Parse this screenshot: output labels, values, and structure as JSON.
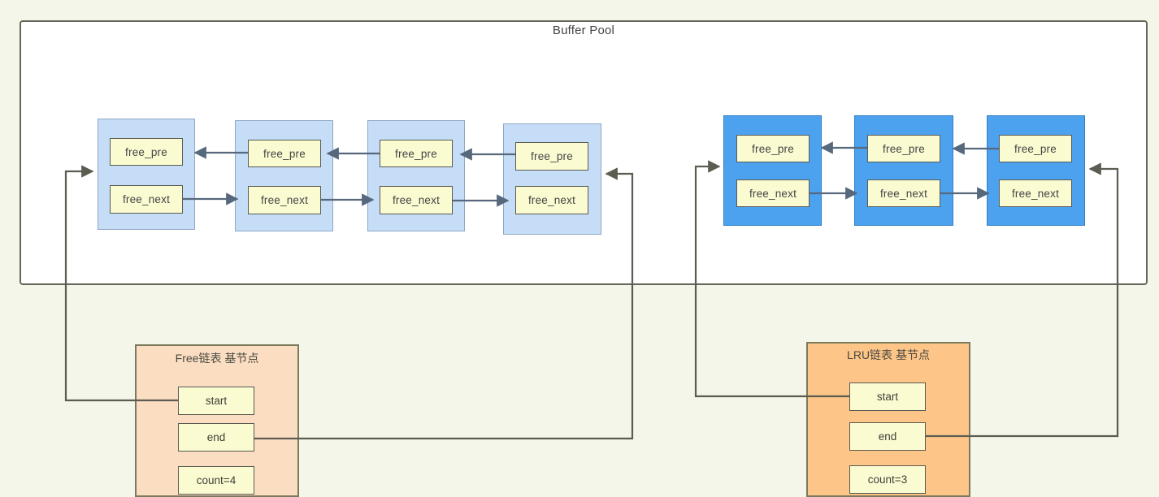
{
  "diagram": {
    "title": "Buffer Pool"
  },
  "free_list": {
    "node_fill": "#c5ddf7",
    "nodes": [
      {
        "pre": "free_pre",
        "next": "free_next"
      },
      {
        "pre": "free_pre",
        "next": "free_next"
      },
      {
        "pre": "free_pre",
        "next": "free_next"
      },
      {
        "pre": "free_pre",
        "next": "free_next"
      }
    ],
    "base": {
      "title": "Free链表 基节点",
      "fill": "#fbddc2",
      "fields": [
        {
          "label": "start"
        },
        {
          "label": "end"
        },
        {
          "label": "count=4"
        }
      ]
    }
  },
  "lru_list": {
    "node_fill": "#4da2f0",
    "nodes": [
      {
        "pre": "free_pre",
        "next": "free_next"
      },
      {
        "pre": "free_pre",
        "next": "free_next"
      },
      {
        "pre": "free_pre",
        "next": "free_next"
      }
    ],
    "base": {
      "title": "LRU链表 基节点",
      "fill": "#fdc588",
      "fields": [
        {
          "label": "start"
        },
        {
          "label": "end"
        },
        {
          "label": "count=3"
        }
      ]
    }
  },
  "colors": {
    "page_background": "#f4f6e9",
    "pool_background": "#ffffff",
    "pool_border": "#666659",
    "field_fill": "#fbfbd2",
    "field_border": "#5a5a52",
    "wire": "#5c5c52",
    "wire_inner": "#57687d"
  }
}
